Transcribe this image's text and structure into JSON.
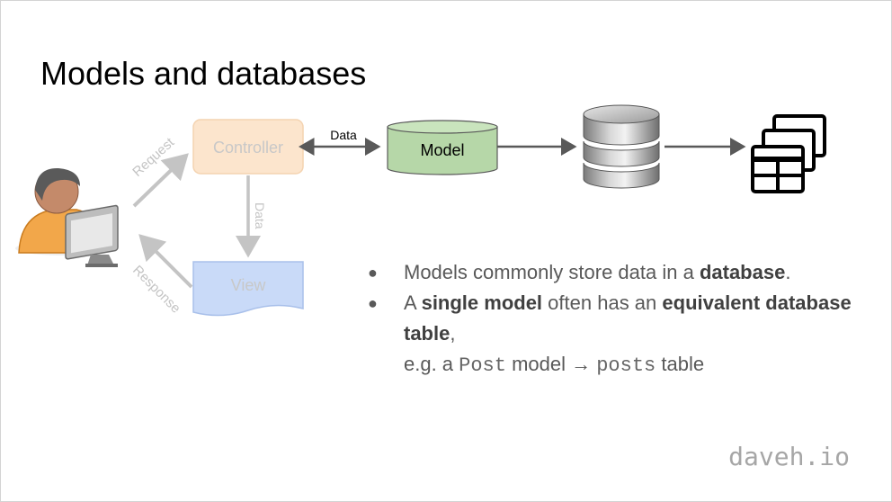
{
  "slide": {
    "title": "Models and databases",
    "brand": "daveh.io"
  },
  "diagram": {
    "controller_label": "Controller",
    "view_label": "View",
    "model_label": "Model",
    "request_label": "Request",
    "response_label": "Response",
    "data_label_horizontal": "Data",
    "data_label_vertical": "Data",
    "icons": [
      "user-at-computer-icon",
      "database-icon",
      "tables-icon"
    ],
    "colors": {
      "controller_fill": "#fce5cd",
      "view_fill": "#c9daf8",
      "model_fill": "#b6d7a8",
      "faded_text": "#c8c8c8",
      "arrow": "#595959"
    }
  },
  "bullets": [
    {
      "parts": [
        {
          "text": "Models commonly store data in a ",
          "style": "normal"
        },
        {
          "text": "database",
          "style": "bold"
        },
        {
          "text": ".",
          "style": "normal"
        }
      ]
    },
    {
      "parts": [
        {
          "text": "A ",
          "style": "normal"
        },
        {
          "text": "single model",
          "style": "bold"
        },
        {
          "text": " often has an ",
          "style": "normal"
        },
        {
          "text": "equivalent database table",
          "style": "bold"
        },
        {
          "text": ",",
          "style": "normal"
        }
      ]
    }
  ],
  "continuation": {
    "prefix": "e.g. a ",
    "code1": "Post",
    "middle": " model → ",
    "code2": "posts",
    "suffix": " table"
  }
}
